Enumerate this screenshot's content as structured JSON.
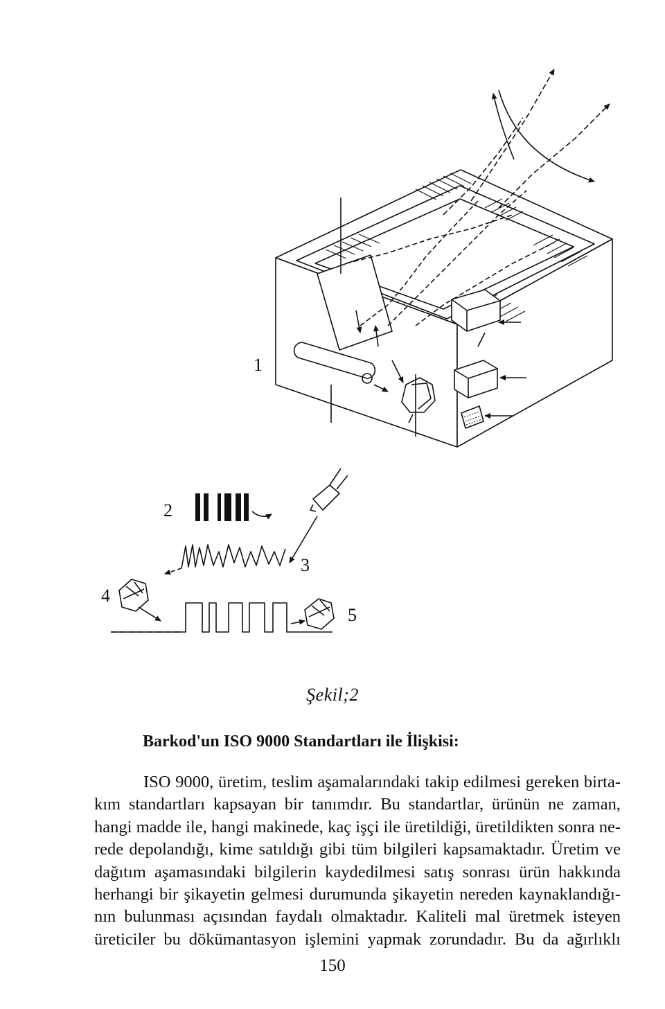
{
  "figure": {
    "labels": {
      "one": "1",
      "two": "2",
      "three": "3",
      "four": "4",
      "five": "5"
    }
  },
  "caption": "Şekil;2",
  "heading": "Barkod'un ISO 9000 Standartları ile İlişkisi:",
  "paragraph_lines": [
    "ISO 9000, üretim, teslim aşamalarındaki takip edilmesi gereken birta-",
    "kım standartları kapsayan bir tanımdır. Bu standartlar, ürünün ne zaman,",
    "hangi madde ile, hangi makinede, kaç işçi ile üretildiği, üretildikten sonra ne-",
    "rede depolandığı, kime satıldığı gibi tüm bilgileri kapsamaktadır. Üretim ve",
    "dağıtım aşamasındaki bilgilerin kaydedilmesi satış sonrası ürün hakkında",
    "herhangi bir şikayetin gelmesi durumunda şikayetin nereden kaynaklandığı-",
    "nın bulunması açısından faydalı olmaktadır. Kaliteli mal üretmek isteyen",
    "üreticiler bu dökümantasyon işlemini yapmak zorundadır. Bu da ağırlıklı"
  ],
  "page_number": "150"
}
